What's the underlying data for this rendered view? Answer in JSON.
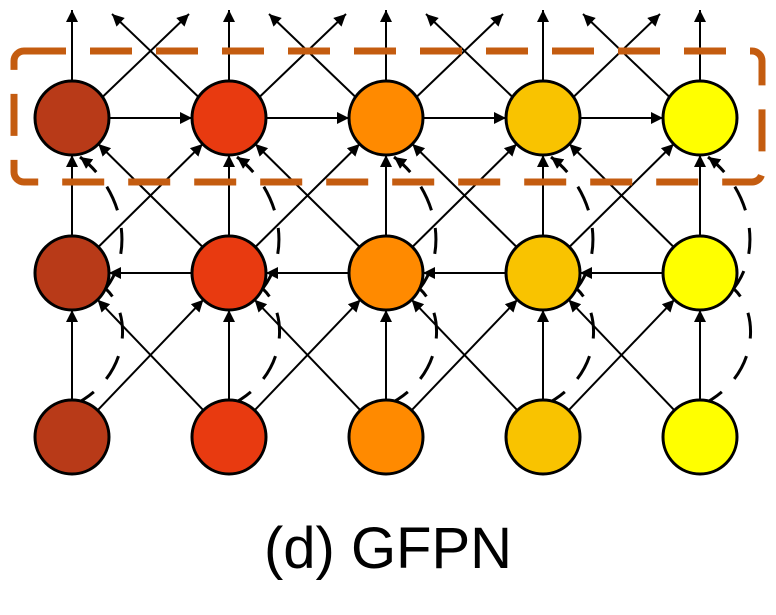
{
  "caption": "(d) GFPN",
  "colors": {
    "level_fills": [
      "#B83A18",
      "#E83A10",
      "#FF8A00",
      "#F9C300",
      "#FFFF00"
    ],
    "node_stroke": "#000000",
    "group_box_stroke": "#C45C10",
    "arrow": "#000000"
  },
  "grid": {
    "rows": 3,
    "columns": 5
  }
}
